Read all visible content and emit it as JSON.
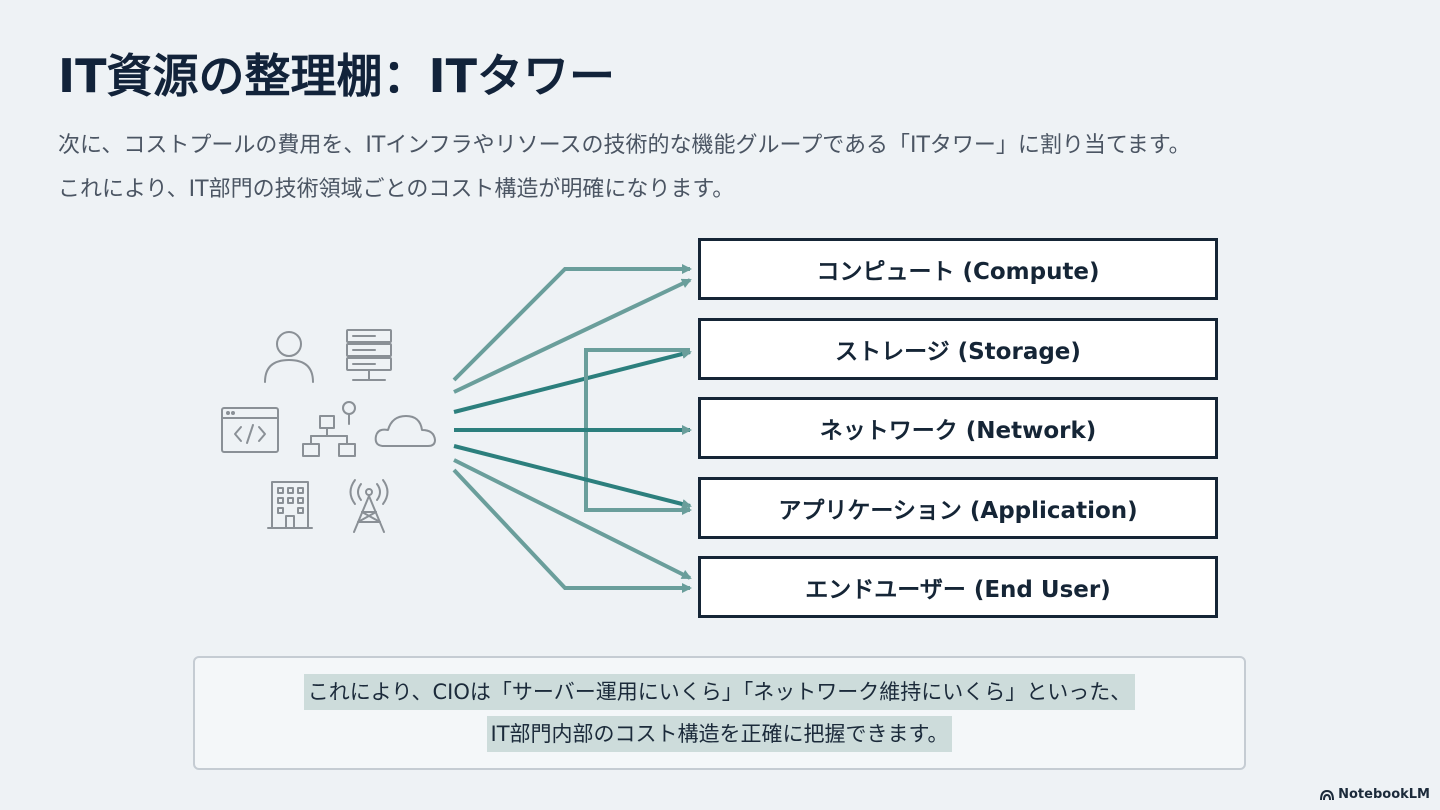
{
  "title": "IT資源の整理棚：ITタワー",
  "subtitle": {
    "line1": "次に、コストプールの費用を、ITインフラやリソースの技術的な機能グループである「ITタワー」に割り当てます。",
    "line2": "これにより、IT部門の技術領域ごとのコスト構造が明確になります。"
  },
  "resource_icons": [
    "user-icon",
    "server-icon",
    "code-window-icon",
    "network-icon",
    "cloud-icon",
    "building-icon",
    "antenna-tower-icon"
  ],
  "towers": [
    {
      "label": "コンピュート (Compute)"
    },
    {
      "label": "ストレージ (Storage)"
    },
    {
      "label": "ネットワーク (Network)"
    },
    {
      "label": "アプリケーション (Application)"
    },
    {
      "label": "エンドユーザー (End User)"
    }
  ],
  "note": {
    "line1": "これにより、CIOは「サーバー運用にいくら」「ネットワーク維持にいくら」といった、",
    "line2": "IT部門内部のコスト構造を正確に把握できます。"
  },
  "brand": "NotebookLM",
  "colors": {
    "arrow_light": "#6a9e9b",
    "arrow_dark": "#2c7f7d",
    "box_border": "#152536",
    "icon": "#8a9096"
  }
}
